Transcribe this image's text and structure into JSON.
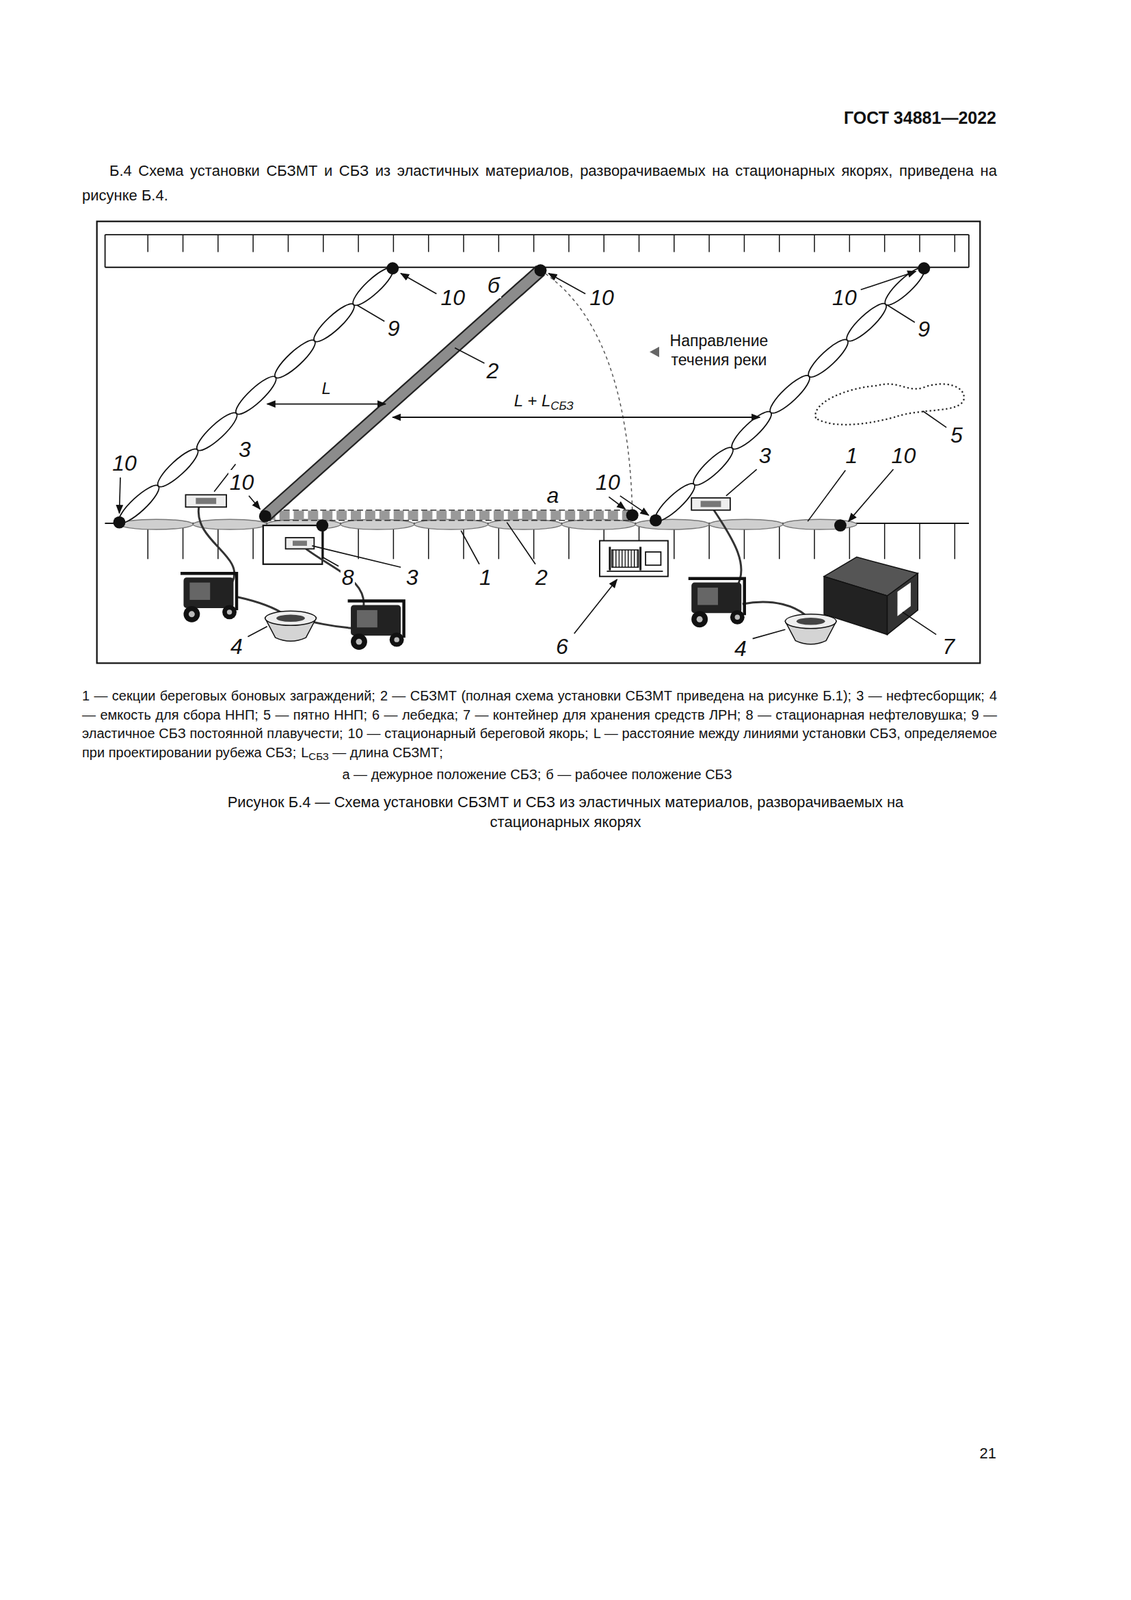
{
  "diagram": {
    "caption": "Рисунок Б.4 — Схема установки СБЗМТ и СБЗ из эластичных материалов, разворачиваемых на стационарных якорях",
    "labels": [
      "ГОСТ 34881—2022",
      "Б.4 Схема установки СБЗМТ и СБЗ из эластичных материалов, разворачиваемых на стационарных якорях, приведена на рисунке Б.4.",
      "10",
      "б",
      "10",
      "10",
      "9",
      "Направление течения реки",
      "9",
      "2",
      "L",
      "L + L",
      "СБЗ",
      "5",
      "10",
      "3",
      "10",
      "10",
      "а",
      "3",
      "1",
      "10",
      "8",
      "3",
      "1",
      "2",
      "6",
      "4",
      "4",
      "7",
      "1 — секции береговых боновых заграждений;",
      "2 — СБЗМТ (полная схема установки СБЗМТ приведена на рисунке Б.1);",
      "3 — нефтесборщик;",
      "4 — емкость для сбора ННП;",
      "5 — пятно ННП;",
      "6 — лебедка;",
      "7 — контейнер для хранения средств ЛРН;",
      "8 — стационарная нефтеловушка;",
      "9 — эластичное СБЗ постоянной плавучести;",
      "10 — стационарный береговой якорь;",
      "L — расстояние между линиями установки СБЗ, определяемое при проектировании рубежа СБЗ;",
      "L",
      "СБЗ",
      "— длина СБЗМТ;",
      "а — дежурное положение СБЗ;",
      "б — рабочее положение СБЗ",
      "21"
    ]
  }
}
